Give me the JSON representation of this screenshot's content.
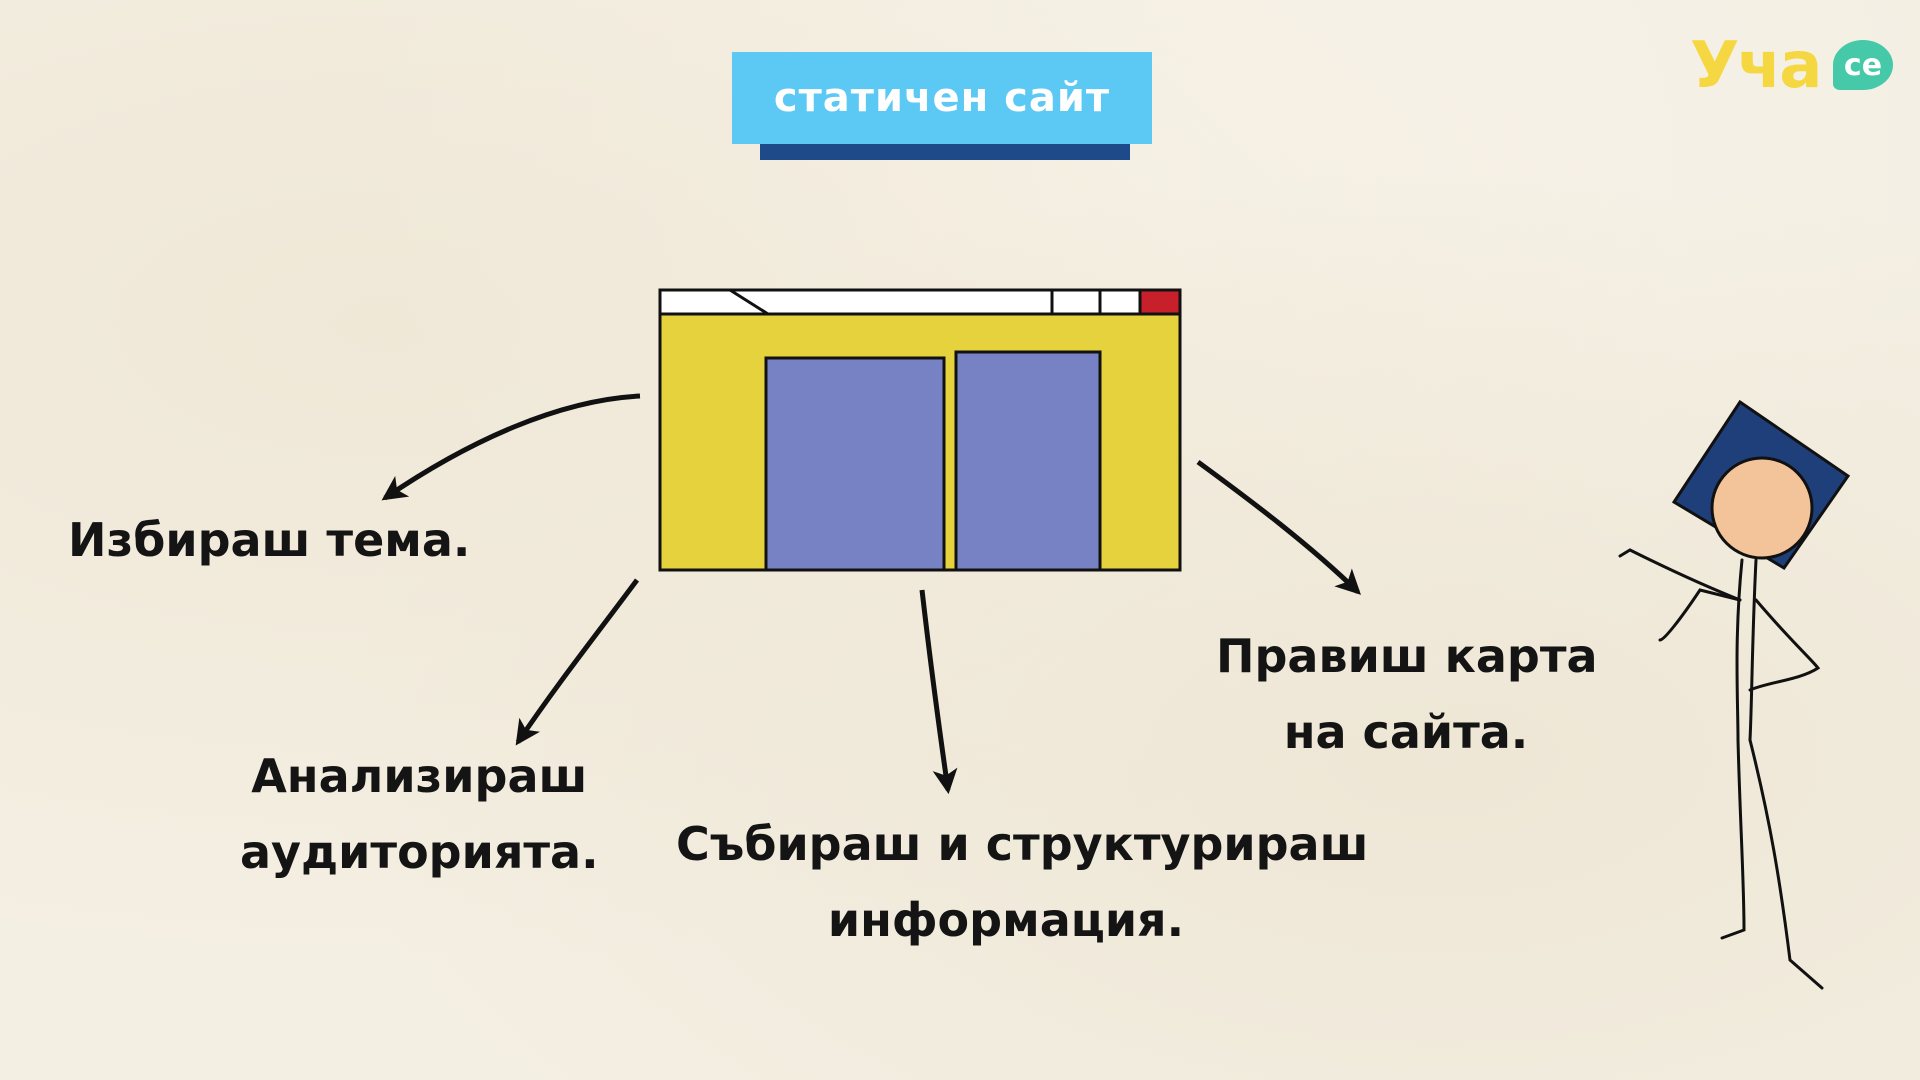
{
  "title": "статичен сайт",
  "logo": {
    "text": "Уча",
    "badge": "се"
  },
  "steps": [
    "Избираш тема.",
    "Анализираш аудиторията.",
    "Събираш и структурираш информация.",
    "Правиш карта на сайта."
  ],
  "labels": {
    "topic": "Избираш тема.",
    "audience_line1": "Анализираш",
    "audience_line2": "аудиторията.",
    "info_line1": "Събираш и структурираш",
    "info_line2": "информация.",
    "sitemap_line1": "Правиш карта",
    "sitemap_line2": "на сайта."
  },
  "colors": {
    "title_bg": "#5cc8f4",
    "title_shadow": "#1f4a8a",
    "window_body": "#e5d23c",
    "window_panels": "#7682c4",
    "window_close": "#c8202a",
    "logo_yellow": "#f5d742",
    "logo_green": "#46c9a8",
    "cap": "#1e3f7a",
    "face": "#f3c39a"
  },
  "icons": [
    "browser-window-icon",
    "stick-figure-graduate-icon"
  ]
}
